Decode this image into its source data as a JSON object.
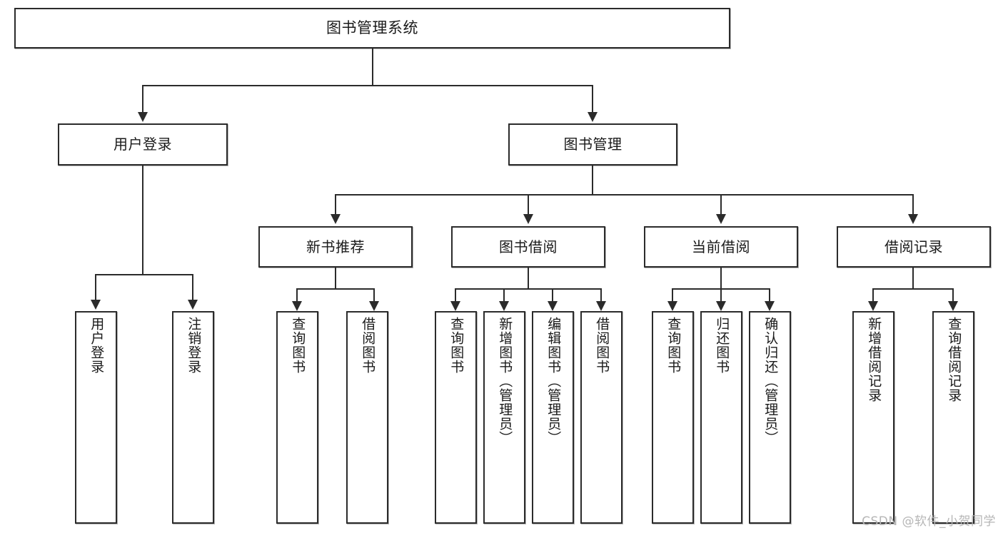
{
  "diagram": {
    "title": "图书管理系统",
    "type": "tree-hierarchy",
    "root": {
      "label": "图书管理系统"
    },
    "level2": [
      {
        "label": "用户登录"
      },
      {
        "label": "图书管理"
      }
    ],
    "level3": [
      {
        "label": "新书推荐"
      },
      {
        "label": "图书借阅"
      },
      {
        "label": "当前借阅"
      },
      {
        "label": "借阅记录"
      }
    ],
    "leaves": {
      "user_login": [
        {
          "label": "用户登录"
        },
        {
          "label": "注销登录"
        }
      ],
      "new_book_recommend": [
        {
          "label": "查询图书"
        },
        {
          "label": "借阅图书"
        }
      ],
      "book_borrow": [
        {
          "label": "查询图书"
        },
        {
          "label": "新增图书（管理员）"
        },
        {
          "label": "编辑图书（管理员）"
        },
        {
          "label": "借阅图书"
        }
      ],
      "current_borrow": [
        {
          "label": "查询图书"
        },
        {
          "label": "归还图书"
        },
        {
          "label": "确认归还（管理员）"
        }
      ],
      "borrow_record": [
        {
          "label": "新增借阅记录"
        },
        {
          "label": "查询借阅记录"
        }
      ]
    }
  },
  "watermark": {
    "text": "CSDN @软件_小贺同学"
  },
  "colors": {
    "stroke": "#2b2b2b",
    "fill": "#ffffff",
    "text": "#1a1a1a",
    "watermark": "#b6b6b6"
  }
}
